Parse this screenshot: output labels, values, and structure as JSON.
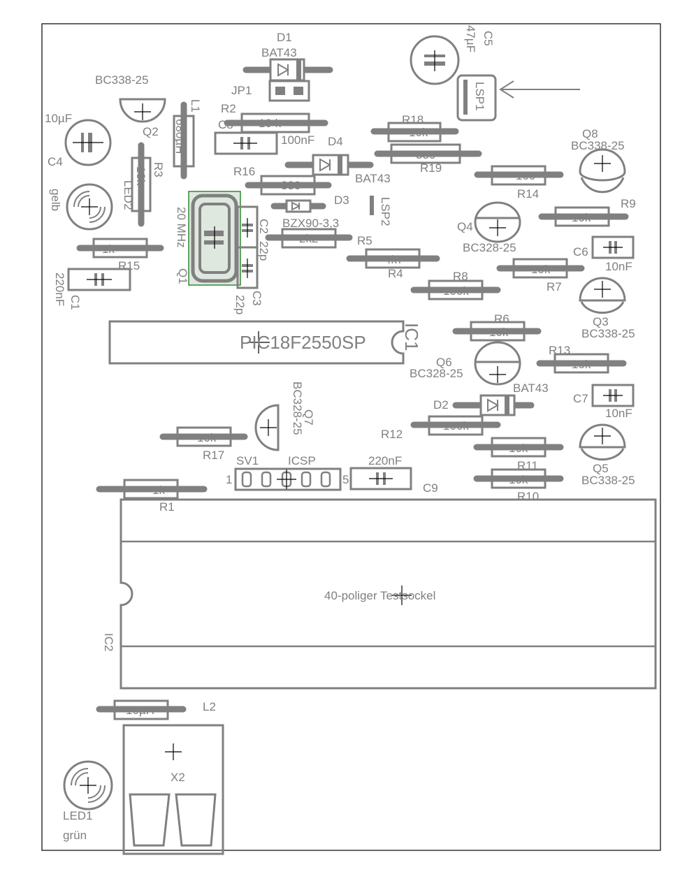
{
  "board": {
    "ic1_label": "PIC18F2550SP",
    "ic1_ref": "IC1",
    "ic2_ref": "IC2",
    "socket_label": "40-poliger Testsockel"
  },
  "components": {
    "d1_ref": "D1",
    "d1_val": "BAT43",
    "jp1_ref": "JP1",
    "c5_ref": "C5",
    "c5_val": "47µF",
    "lsp1_ref": "LSP1",
    "q2_val": "BC338-25",
    "q2_ref": "Q2",
    "l1_ref": "L1",
    "l1_val": "680µH",
    "r2_ref": "R2",
    "r2_val": "10 k",
    "c8_ref": "C8",
    "c8_val": "100nF",
    "c4_val": "10µF",
    "c4_ref": "C4",
    "r18_ref": "R18",
    "r18_val": "10k",
    "r19_ref": "R19",
    "r19_val": "330",
    "d4_ref": "D4",
    "d4_val": "BAT43",
    "q8_ref": "Q8",
    "q8_val": "BC338-25",
    "r3_ref": "R3",
    "r3_val": "10k",
    "led2_ref": "LED2",
    "led2_val": "gelb",
    "r16_ref": "R16",
    "r16_val": "330",
    "r14_ref": "R14",
    "r14_val": "100",
    "d3_ref": "D3",
    "d3_val": "BZX90-3,3",
    "lsp2_ref": "LSP2",
    "q1_ref": "Q1",
    "q1_val": "20 MHz",
    "c2_ref": "C2",
    "c2_val": "22p",
    "c3_ref": "C3",
    "c3_val": "22p",
    "r9_ref": "R9",
    "r9_val": "10k",
    "q4_ref": "Q4",
    "q4_val": "BC328-25",
    "r1x_val": "2k2",
    "r5_ref": "R5",
    "r4_ref": "R4",
    "r4_val": "4k7",
    "c6_ref": "C6",
    "c6_val": "10nF",
    "r15_ref": "R15",
    "r15_val": "1k",
    "c1_ref": "C1",
    "c1_val": "220nF",
    "r8_ref": "R8",
    "r8_val": "100k",
    "r7_ref": "R7",
    "r7_val": "10k",
    "q3_ref": "Q3",
    "q3_val": "BC338-25",
    "r6_ref": "R6",
    "r6_val": "10k",
    "q6_ref": "Q6",
    "q6_val": "BC328-25",
    "r13_ref": "R13",
    "r13_val": "10k",
    "d2_ref": "D2",
    "d2_val": "BAT43",
    "c7_ref": "C7",
    "c7_val": "10nF",
    "q7_ref": "Q7",
    "q7_val": "BC328-25",
    "r12_ref": "R12",
    "r12_val": "100k",
    "r17_ref": "R17",
    "r17_val": "10k",
    "r11_ref": "R11",
    "r11_val": "10k",
    "q5_ref": "Q5",
    "q5_val": "BC338-25",
    "sv1_ref": "SV1",
    "sv1_val": "ICSP",
    "sv1_pin1": "1",
    "sv1_pin5": "5",
    "c9_ref": "C9",
    "c9_val": "220nF",
    "r10_ref": "R10",
    "r10_val": "10k",
    "r1_ref": "R1",
    "r1_val": "1k",
    "l2_ref": "L2",
    "l2_val": "10µH",
    "x2_ref": "X2",
    "led1_ref": "LED1",
    "led1_val": "grün"
  },
  "colors": {
    "ink": "#808080",
    "crystal": "#2e8b2e",
    "background": "#ffffff"
  }
}
